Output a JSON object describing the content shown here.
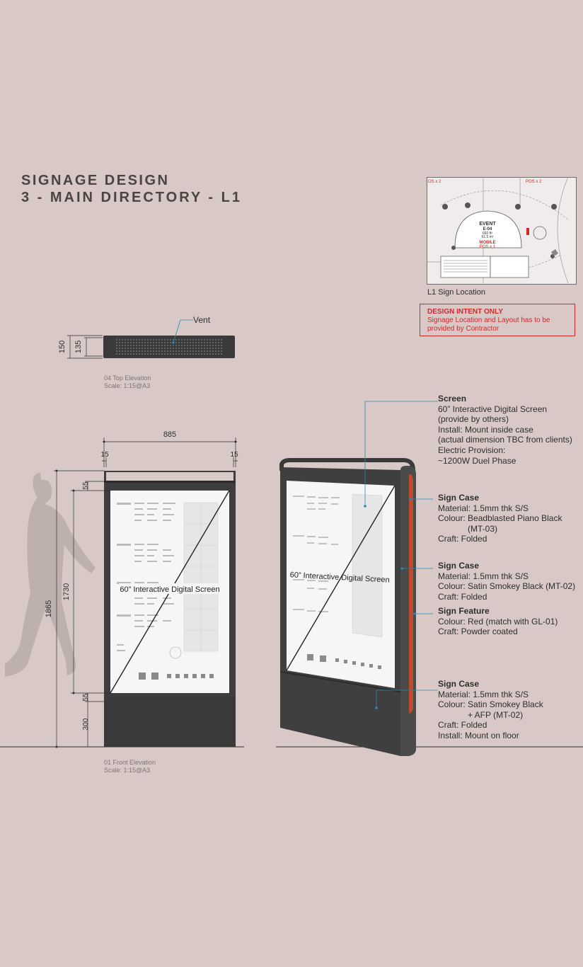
{
  "header": {
    "title": "SIGNAGE DESIGN",
    "subtitle": "3 - MAIN DIRECTORY - L1"
  },
  "location_map": {
    "caption": "L1 Sign Location",
    "labels": {
      "pos_left": "OS x 2",
      "pos_right": "POS x 2",
      "event": "EVENT",
      "event_code": "E-04",
      "event_area1": "660 ft²",
      "event_area2": "61.5 m²",
      "mobile": "MOBILE",
      "pos_mobile": "POS x 1"
    }
  },
  "notice": {
    "heading": "DESIGN INTENT ONLY",
    "body": "Signage Location and Layout has to be provided by Contractor"
  },
  "top_elevation": {
    "vent_label": "Vent",
    "dim_outer": "150",
    "dim_inner": "135",
    "caption_title": "04 Top Elevation",
    "caption_scale": "Scale: 1:15@A3"
  },
  "front_elevation": {
    "dim_width": "885",
    "dim_side_left": "15",
    "dim_side_right": "15",
    "dim_total_height": "1865",
    "dim_screen_height": "1730",
    "dim_top_band": "55",
    "dim_bottom_band": "55",
    "dim_base": "300",
    "screen_label": "60” Interactive Digital Screen",
    "caption_title": "01 Front Elevation",
    "caption_scale": "Scale: 1:15@A3"
  },
  "perspective": {
    "screen_label": "60” Interactive Digital Screen"
  },
  "callouts": {
    "screen": {
      "title": "Screen",
      "lines": [
        "60” Interactive Digital Screen",
        "(provide by others)",
        "Install: Mount inside case",
        "(actual dimension TBC from clients)",
        "Electric Provision:",
        "~1200W Duel Phase"
      ]
    },
    "case1": {
      "title": "Sign Case",
      "l1": "Material: 1.5mm thk S/S",
      "l2": "Colour: Beadblasted Piano Black",
      "l3": "(MT-03)",
      "l4": "Craft: Folded"
    },
    "case2": {
      "title": "Sign Case",
      "l1": "Material: 1.5mm thk S/S",
      "l2": "Colour: Satin Smokey Black (MT-02)",
      "l3": "Craft: Folded"
    },
    "feature": {
      "title": "Sign Feature",
      "l1": "Colour: Red (match with GL-01)",
      "l2": "Craft: Powder coated"
    },
    "case3": {
      "title": "Sign Case",
      "l1": "Material: 1.5mm thk S/S",
      "l2": "Colour: Satin Smokey Black",
      "l3": "+ AFP (MT-02)",
      "l4": "Craft: Folded",
      "l5": "Install: Mount on floor"
    }
  },
  "colors": {
    "background": "#d8c9c6",
    "case": "#3b3b3b",
    "accent_red": "#c0492f",
    "leader_blue": "#2d86b8",
    "warning_red": "#d22a2a"
  }
}
